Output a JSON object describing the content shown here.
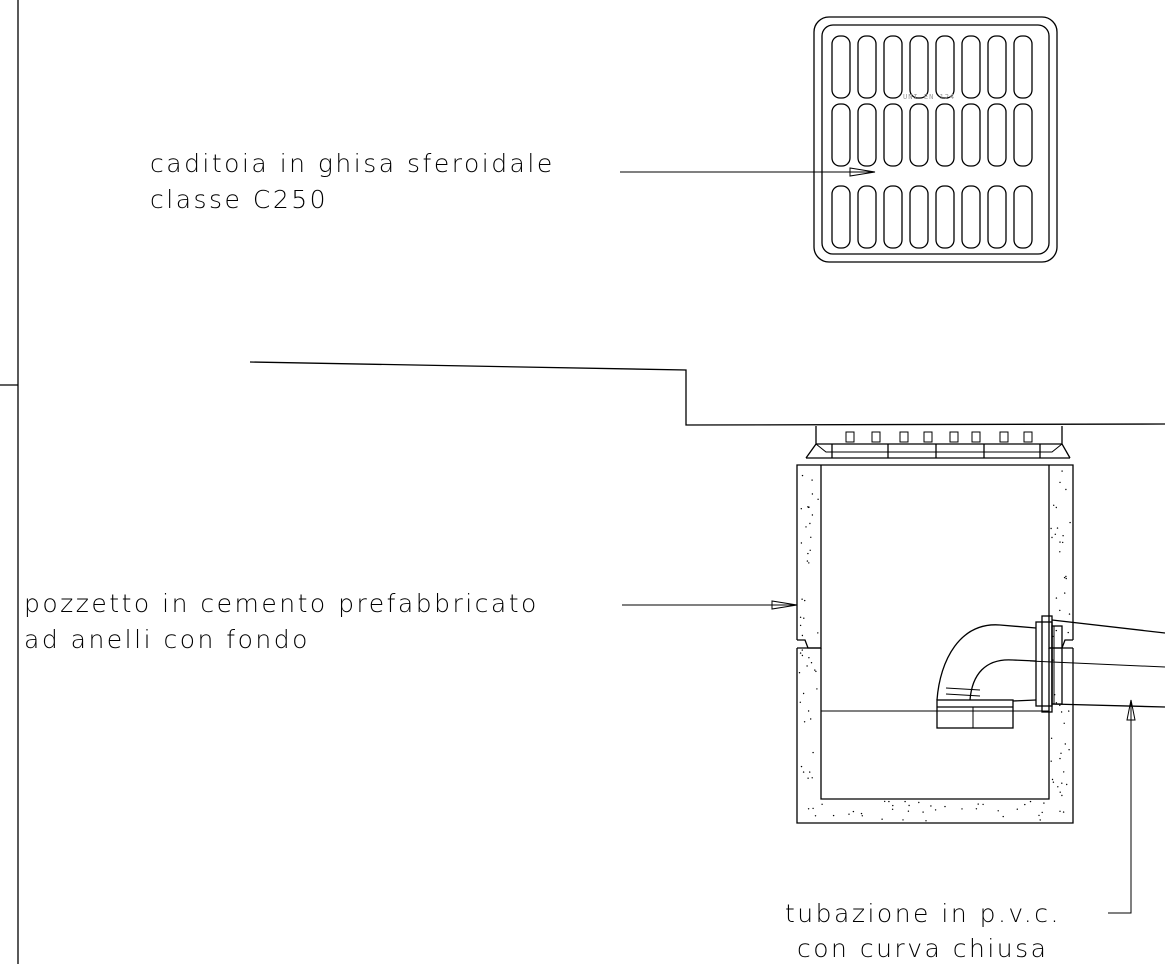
{
  "labels": {
    "grate_line1": "caditoia in ghisa sferoidale",
    "grate_line2": "classe C250",
    "chamber_line1": "pozzetto in cemento prefabbricato",
    "chamber_line2": "ad anelli con fondo",
    "pipe_line1": "tubazione in p.v.c.",
    "pipe_line2": "con curva chiusa"
  },
  "grate_marking": "UNI EN 124"
}
